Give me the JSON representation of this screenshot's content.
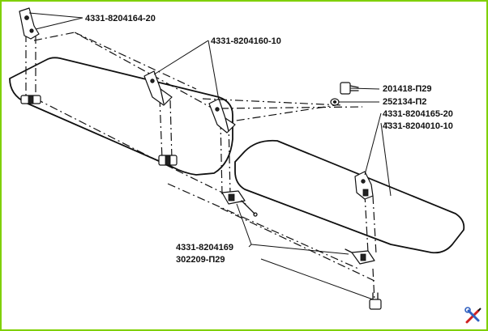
{
  "callouts": {
    "c1": "4331-8204164-20",
    "c2": "4331-8204160-10",
    "c3": "201418-П29",
    "c4": "252134-П2",
    "c5": "4331-8204165-20",
    "c6": "4331-8204010-10",
    "c7": "4331-8204169",
    "c8": "302209-П29"
  },
  "colors": {
    "frame_border": "#7fd000",
    "line": "#111111"
  },
  "icons": {
    "watermark": "wrench-screwdriver-icon"
  }
}
